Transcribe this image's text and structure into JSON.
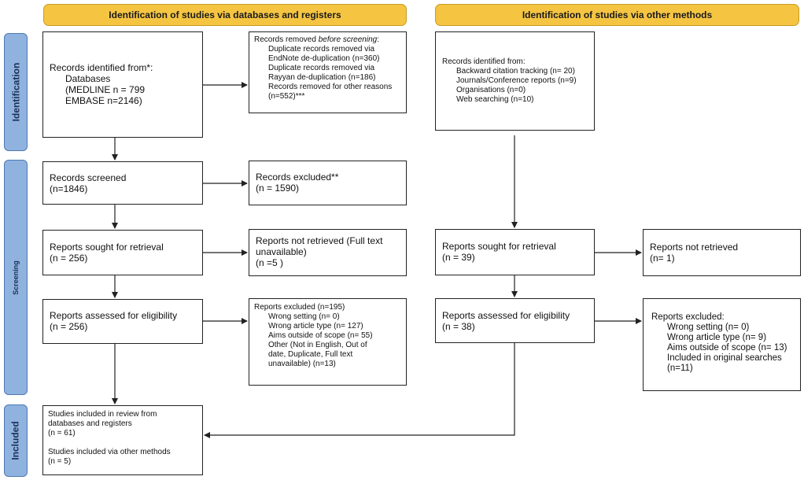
{
  "headers": {
    "left": "Identification of studies via databases and registers",
    "right": "Identification of studies via other methods"
  },
  "stages": {
    "identification": "Identification",
    "screening": "Screening",
    "included": "Included"
  },
  "db": {
    "identified": {
      "title": "Records identified from*:",
      "l1": "Databases",
      "l2": "(MEDLINE n = 799",
      "l3": "EMBASE n=2146)"
    },
    "removed": {
      "title_pre": "Records removed ",
      "title_em": "before screening",
      "title_post": ":",
      "l1": "Duplicate records removed via",
      "l2": "EndNote de-duplication (n=360)",
      "l3": "Duplicate records removed via",
      "l4": "Rayyan  de-duplication (n=186)",
      "l5": "Records removed for other reasons",
      "l6": "(n=552)***"
    },
    "screened": {
      "l1": "Records screened",
      "l2": "(n=1846)"
    },
    "excluded": {
      "l1": "Records excluded**",
      "l2": "(n = 1590)"
    },
    "sought": {
      "l1": "Reports sought for retrieval",
      "l2": "(n = 256)"
    },
    "not_retrieved": {
      "l1": "Reports not retrieved (Full text",
      "l2": "unavailable)",
      "l3": "(n =5 )"
    },
    "assessed": {
      "l1": "Reports assessed for eligibility",
      "l2": "(n = 256)"
    },
    "reports_excluded": {
      "title": "Reports excluded (n=195)",
      "l1": "Wrong setting (n= 0)",
      "l2": "Wrong article type  (n= 127)",
      "l3": "Aims outside of scope (n= 55)",
      "l4": "Other (Not in English, Out of",
      "l5": "date, Duplicate, Full text",
      "l6": "unavailable) (n=13)"
    },
    "included": {
      "l1": "Studies included in review from",
      "l2": "databases and registers",
      "l3": "(n = 61)",
      "l4": "Studies included via other methods",
      "l5": "(n = 5)"
    }
  },
  "other": {
    "identified": {
      "title": "Records identified from:",
      "l1": "Backward citation tracking (n= 20)",
      "l2": "Journals/Conference reports (n=9)",
      "l3": "Organisations (n=0)",
      "l4": "Web searching (n=10)"
    },
    "sought": {
      "l1": "Reports sought for retrieval",
      "l2": "(n = 39)"
    },
    "not_retrieved": {
      "l1": "Reports not retrieved",
      "l2": "(n= 1)"
    },
    "assessed": {
      "l1": "Reports assessed for eligibility",
      "l2": "(n = 38)"
    },
    "reports_excluded": {
      "title": "Reports excluded:",
      "l1": "Wrong setting (n= 0)",
      "l2": "Wrong article type (n= 9)",
      "l3": "Aims outside of scope (n= 13)",
      "l4": "Included in original searches",
      "l5": "(n=11)"
    }
  }
}
